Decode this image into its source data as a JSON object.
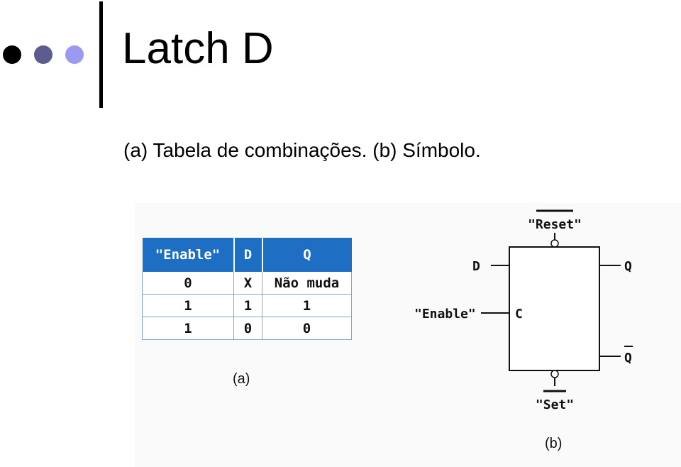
{
  "title": "Latch D",
  "subtitle": "(a) Tabela de combinações. (b) Símbolo.",
  "colors": {
    "dot1": "#000000",
    "dot2": "#5c5c8f",
    "dot3": "#9a9af0",
    "table_header": "#1e6fc4"
  },
  "table": {
    "headers": [
      "\"Enable\"",
      "D",
      "Q"
    ],
    "rows": [
      [
        "0",
        "X",
        "Não muda"
      ],
      [
        "1",
        "1",
        "1"
      ],
      [
        "1",
        "0",
        "0"
      ]
    ]
  },
  "caption_a": "(a)",
  "caption_b": "(b)",
  "symbol": {
    "reset": "\"Reset\"",
    "set": "\"Set\"",
    "d": "D",
    "enable": "\"Enable\"",
    "c": "C",
    "q": "Q",
    "qbar": "Q"
  }
}
